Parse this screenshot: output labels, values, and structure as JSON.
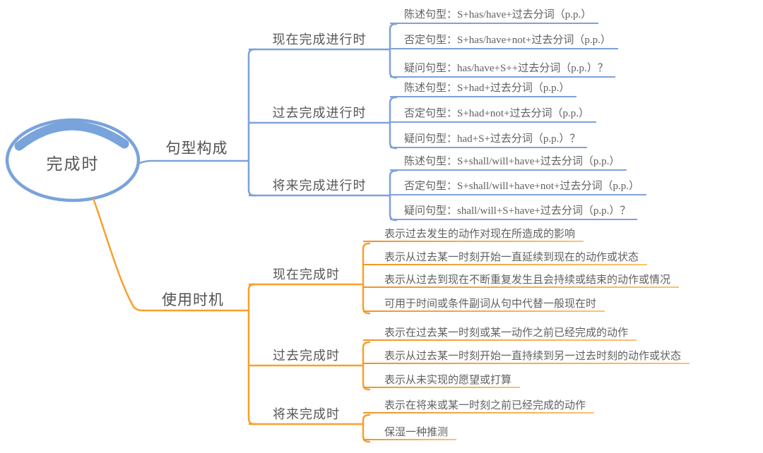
{
  "root": {
    "label": "完成时"
  },
  "colors": {
    "branch_blue": "#7ea2d8",
    "ellipse_blue": "#79a3db",
    "branch_orange": "#f89f2f",
    "leaf_underline_orange": "#f3a13c",
    "text_gray": "#5b5b5b"
  },
  "branches": [
    {
      "label": "句型构成",
      "children": [
        {
          "label": "现在完成进行时",
          "leaves": [
            "陈述句型：S+has/have+过去分词（p.p.）",
            "否定句型：S+has/have+not+过去分词（p.p.）",
            "疑问句型：has/have+S++过去分词（p.p.）？"
          ]
        },
        {
          "label": "过去完成进行时",
          "leaves": [
            "陈述句型：S+had+过去分词（p.p.）",
            "否定句型：S+had+not+过去分词（p.p.）",
            "疑问句型：had+S+过去分词（p.p.）？"
          ]
        },
        {
          "label": "将来完成进行时",
          "leaves": [
            "陈述句型：S+shall/will+have+过去分词（p.p.）",
            "否定句型：S+shall/will+have+not+过去分词（p.p.）",
            "疑问句型：shall/will+S+have+过去分词（p.p.）？"
          ]
        }
      ]
    },
    {
      "label": "使用时机",
      "children": [
        {
          "label": "现在完成时",
          "leaves": [
            "表示过去发生的动作对现在所造成的影响",
            "表示从过去某一时刻开始一直延续到现在的动作或状态",
            "表示从过去到现在不断重复发生且会持续或结束的动作或情况",
            "可用于时间或条件副词从句中代替一般现在时"
          ]
        },
        {
          "label": "过去完成时",
          "leaves": [
            "表示在过去某一时刻或某一动作之前已经完成的动作",
            "表示从过去某一时刻开始一直持续到另一过去时刻的动作或状态",
            "表示从未实现的愿望或打算"
          ]
        },
        {
          "label": "将来完成时",
          "leaves": [
            "表示在将来或某一时刻之前已经完成的动作",
            "保湿一种推测"
          ]
        }
      ]
    }
  ]
}
